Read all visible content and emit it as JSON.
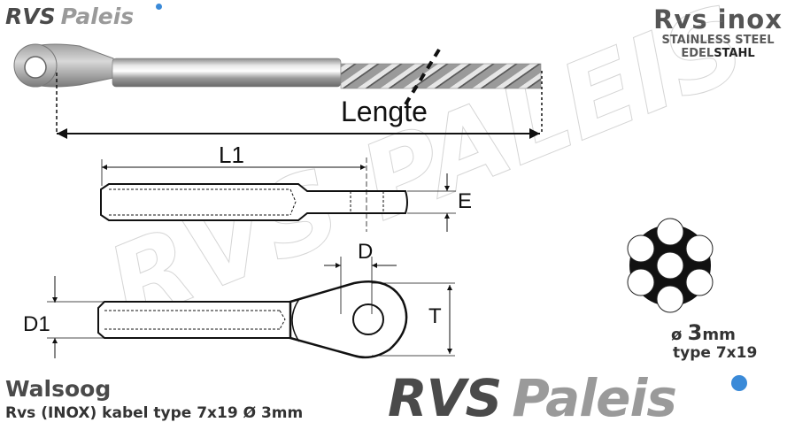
{
  "brand": {
    "logo_top": {
      "part1": "RVS",
      "part2": "Paleis"
    },
    "logo_bottom": {
      "part1": "RVS",
      "part2": "Paleis"
    },
    "accent_color": "#3a8ad8",
    "dark_color": "#4a4a4a",
    "light_color": "#9a9a9a"
  },
  "inox_logo": {
    "line1": "Rvs inox",
    "line2": "STAINLESS STEEL",
    "line3_a": "EDEL",
    "line3_b": "STAHL"
  },
  "watermark": "RVS PALEIS",
  "diagram": {
    "photo_label": "Lengte",
    "side_view": {
      "length_label": "L1",
      "diameter_label": "E"
    },
    "top_view": {
      "hole_label": "D",
      "shank_label": "D1",
      "width_label": "T"
    }
  },
  "cable": {
    "diameter_symbol": "ø",
    "diameter_value": "3",
    "diameter_unit": "mm",
    "type": "type 7x19"
  },
  "product": {
    "title": "Walsoog",
    "subtitle": "Rvs (INOX) kabel type 7x19 Ø 3mm"
  }
}
